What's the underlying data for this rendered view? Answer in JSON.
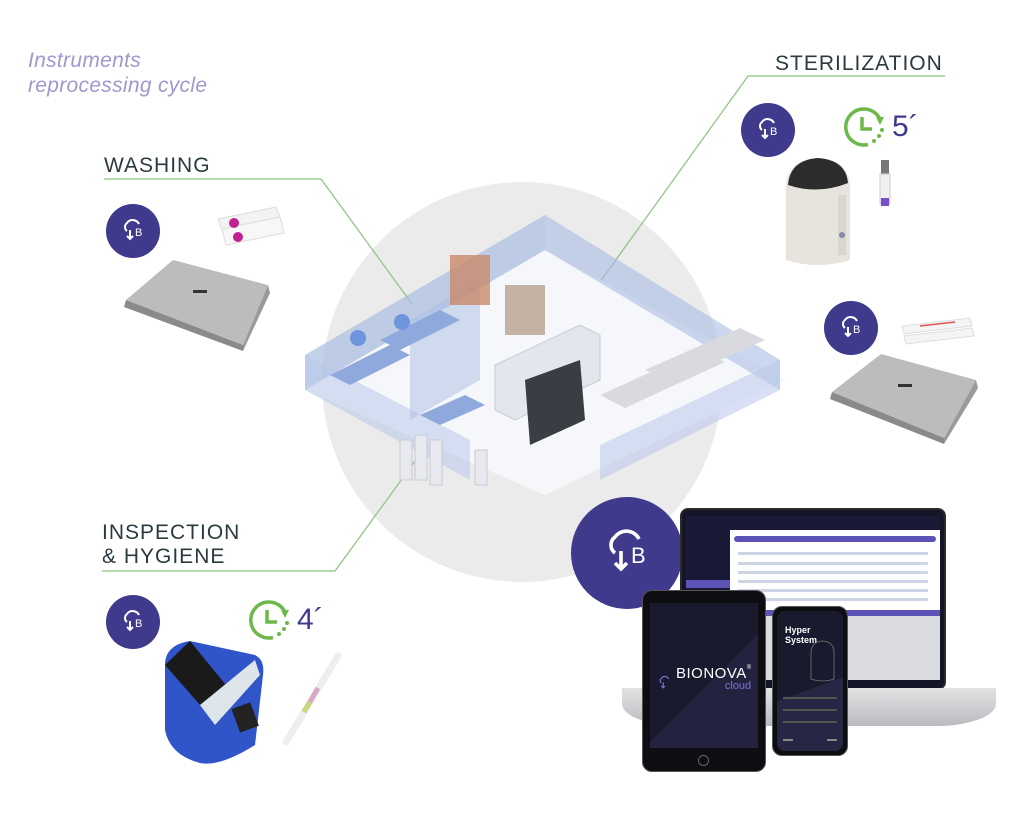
{
  "title": {
    "line1": "Instruments",
    "line2": "reprocessing cycle"
  },
  "stages": {
    "washing": {
      "label": "WASHING",
      "badge_icon": "bionova-cloud-icon"
    },
    "sterilization": {
      "label": "STERILIZATION",
      "badge_icon": "bionova-cloud-icon",
      "timer_icon": "clock-timer-icon",
      "timer_value": "5´"
    },
    "sterilization_reader": {
      "badge_icon": "bionova-cloud-icon"
    },
    "inspection": {
      "label_line1": "INSPECTION",
      "label_line2": "& HYGIENE",
      "badge_icon": "bionova-cloud-icon",
      "timer_icon": "clock-timer-icon",
      "timer_value": "4´"
    }
  },
  "cloud": {
    "badge_letter": "B",
    "tablet_brand": "BIONOVA",
    "tablet_brand_sub": "cloud",
    "tablet_brand_mark": "®",
    "phone_title_line1": "Hyper",
    "phone_title_line2": "System"
  },
  "colors": {
    "accent_purple": "#3f3a8b",
    "title_lavender": "#9f97cf",
    "connector_green": "#8cc37a",
    "timer_green": "#6cb84a",
    "label_dark": "#2b3a40",
    "circle_grey": "#ebebeb"
  }
}
